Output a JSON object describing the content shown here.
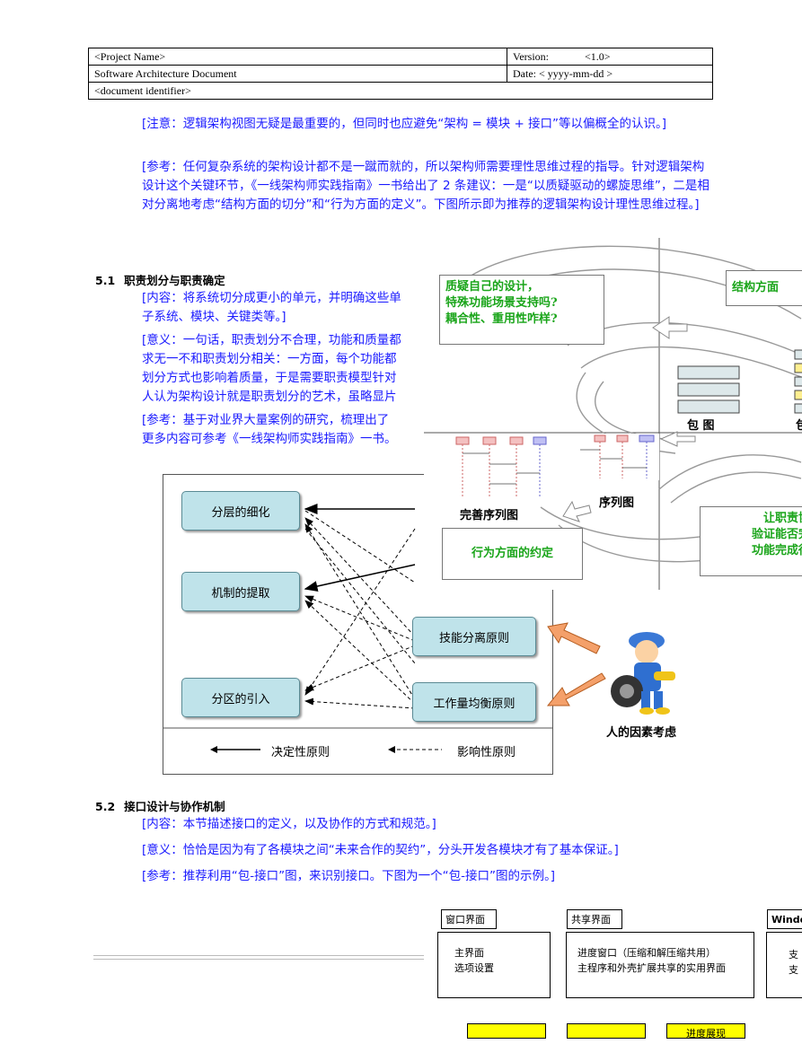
{
  "header": {
    "project_name": "<Project Name>",
    "version_label": "Version:",
    "version_value": "<1.0>",
    "doc_title": "Software Architecture Document",
    "date_label": "Date: ",
    "date_value": "< yyyy-mm-dd >",
    "doc_id": "<document identifier>"
  },
  "intro": {
    "note": "[注意：逻辑架构视图无疑是最重要的，但同时也应避免“架构 = 模块 + 接口”等以偏概全的认识。]",
    "ref": "[参考：任何复杂系统的架构设计都不是一蹴而就的，所以架构师需要理性思维过程的指导。针对逻辑架构设计这个关键环节，《一线架构师实践指南》一书给出了 2 条建议：一是“以质疑驱动的螺旋思维”，二是相对分离地考虑“结构方面的切分”和“行为方面的定义”。下图所示即为推荐的逻辑架构设计理性思维过程。]"
  },
  "section51": {
    "number": "5.1",
    "title": "职责划分与职责确定",
    "content": "[内容：将系统切分成更小的单元，并明确这些单",
    "content2": "子系统、模块、关键类等。]",
    "meaning": "[意义：一句话，职责划分不合理，功能和质量都",
    "meaning2": "求无一不和职责划分相关：一方面，每个功能都",
    "meaning3": "划分方式也影响着质量，于是需要职责模型针对",
    "meaning4": "人认为架构设计就是职责划分的艺术，虽略显片",
    "ref": "[参考：基于对业界大量案例的研究，梳理出了",
    "ref2": "更多内容可参考《一线架构师实践指南》一书。"
  },
  "principles_diagram": {
    "left": [
      "分层的细化",
      "机制的提取",
      "分区的引入"
    ],
    "right": [
      "技能分离原则",
      "工作量均衡原则"
    ],
    "person_label": "人的因素考虑",
    "legend_solid": "决定性原则",
    "legend_dashed": "影响性原则"
  },
  "spiral_diagram": {
    "question_box": [
      "质疑自己的设计，",
      "特殊功能场景支持吗?",
      "耦合性、重用性咋样?"
    ],
    "structure_box": "结构方面",
    "package_label": "包 图",
    "seq_label": "序列图",
    "refined_seq_label": "完善序列图",
    "behavior_box": "行为方面的约定",
    "right_box": [
      "让职责协",
      "验证能否完",
      "功能完成得"
    ]
  },
  "section52": {
    "number": "5.2",
    "title": "接口设计与协作机制",
    "content": "[内容：本节描述接口的定义，以及协作的方式和规范。]",
    "meaning": "[意义：恰恰是因为有了各模块之间“未来合作的契约”，分头开发各模块才有了基本保证。]",
    "ref": "[参考：推荐利用“包-接口”图，来识别接口。下图为一个“包-接口”图的示例。]"
  },
  "package_diagram": {
    "tab1": "窗口界面",
    "tab2": "共享界面",
    "tab3": "Windo",
    "pkg1": [
      "主界面",
      "选项设置"
    ],
    "pkg2": [
      "进度窗口（压缩和解压缩共用）",
      "主程序和外壳扩展共享的实用界面"
    ],
    "pkg3": [
      "支",
      "支"
    ],
    "ybox3": "进度展现"
  }
}
